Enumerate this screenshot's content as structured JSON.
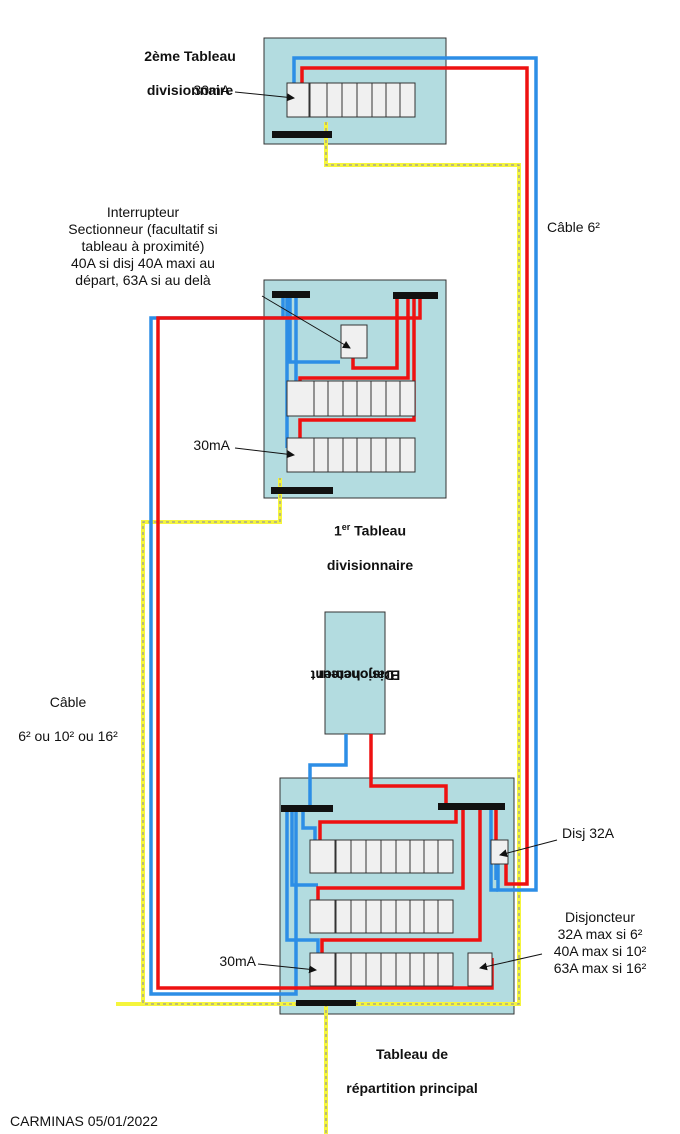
{
  "panels": {
    "second": {
      "title_line1": "2ème Tableau",
      "title_line2": "divisionnaire",
      "rcd_label": "30mA"
    },
    "first": {
      "title_prefix": "1",
      "title_sup": "er",
      "title_line1_rest": " Tableau",
      "title_line2": "divisionnaire",
      "rcd_label": "30mA"
    },
    "main": {
      "title_line1": "Tableau de",
      "title_line2": "répartition principal",
      "rcd_label": "30mA"
    }
  },
  "annotations": {
    "switch_note": "Interrupteur\nSectionneur (facultatif  si\ntableau à proximité)\n40A si disj 40A maxi au\ndépart, 63A si au delà",
    "cable_right": "Câble 6²",
    "cable_left_line1": "Câble",
    "cable_left_line2": "6² ou 10² ou 16²",
    "disj_32": "Disj 32A",
    "breaker_note": "Disjoncteur\n32A max si 6²\n40A max si 10²\n63A max si 16²",
    "branchement_line1": "Disjoncteur",
    "branchement_line2": "Branchement"
  },
  "footer": {
    "credit": "CARMINAS 05/01/2022"
  },
  "colors": {
    "panel_fill": "#b3dce0",
    "phase": "#ee1111",
    "neutral": "#2d8ee6",
    "earth": "#f5f53c",
    "earth_dash": "#9a9a9a",
    "busbar": "#111111"
  }
}
